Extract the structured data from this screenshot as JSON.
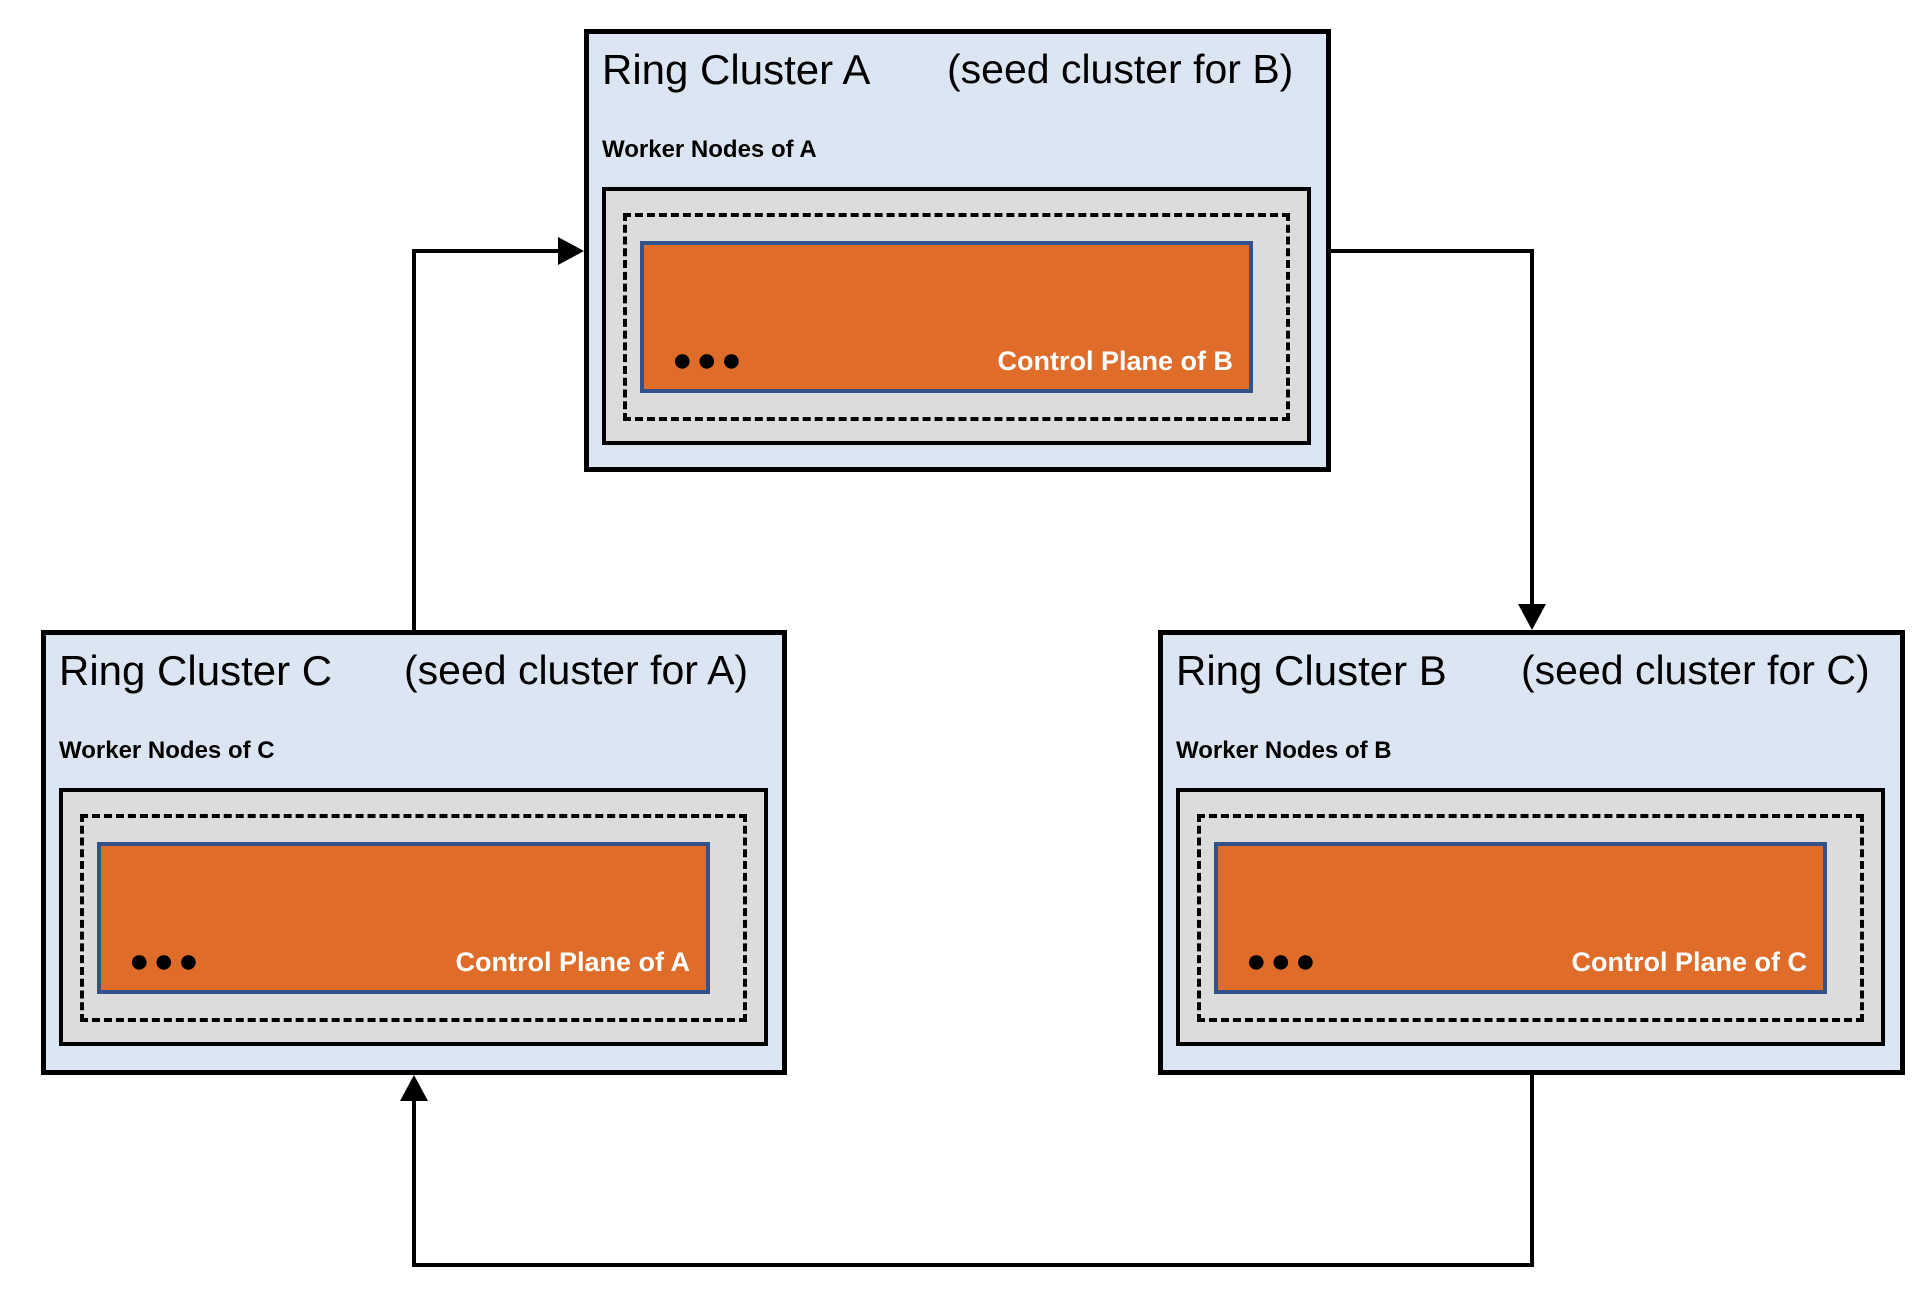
{
  "diagram": {
    "description_note": "",
    "colors": {
      "cluster-fill": "#dce6f2",
      "worker-fill": "#dcdcdc",
      "control-fill": "#e06c2a",
      "control-border": "#33518a",
      "line-color": "#000000",
      "canvas-bg": "#ffffff"
    }
  },
  "clusters": [
    {
      "id": "A",
      "title": "Ring Cluster A",
      "subtitle": "(seed cluster for B)",
      "worker_label": "Worker Nodes of A",
      "dots": "●●●",
      "control_label": "Control Plane of B"
    },
    {
      "id": "C",
      "title": "Ring Cluster C",
      "subtitle": "(seed cluster for A)",
      "worker_label": "Worker Nodes of C",
      "dots": "●●●",
      "control_label": "Control Plane of A"
    },
    {
      "id": "B",
      "title": "Ring Cluster B",
      "subtitle": "(seed cluster for C)",
      "worker_label": "Worker Nodes of B",
      "dots": "●●●",
      "control_label": "Control Plane of C"
    }
  ],
  "arrows": [
    {
      "name": "arrow-c-to-a",
      "from": "Ring Cluster C",
      "to": "Ring Cluster A"
    },
    {
      "name": "arrow-a-to-b",
      "from": "Ring Cluster A",
      "to": "Ring Cluster B"
    },
    {
      "name": "arrow-b-to-c",
      "from": "Ring Cluster B",
      "to": "Ring Cluster C"
    }
  ]
}
